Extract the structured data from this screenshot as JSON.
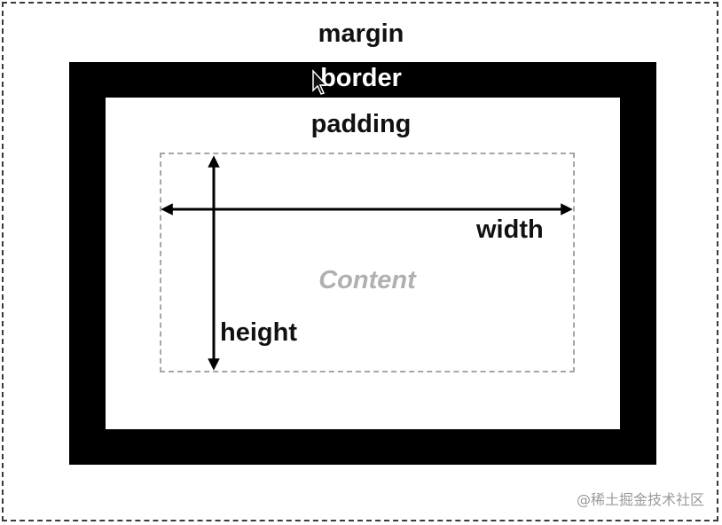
{
  "labels": {
    "margin": "margin",
    "border": "border",
    "padding": "padding",
    "content": "Content",
    "width": "width",
    "height": "height"
  },
  "watermark": "@稀土掘金技术社区",
  "icons": {
    "cursor": "mouse-pointer-icon",
    "horizontal_arrow": "double-headed-horizontal-arrow",
    "vertical_arrow": "double-headed-vertical-arrow"
  },
  "colors": {
    "border_fill": "#000000",
    "content_text": "#b0b0b0",
    "content_outline": "#a6a6a6",
    "label_text": "#111111"
  }
}
